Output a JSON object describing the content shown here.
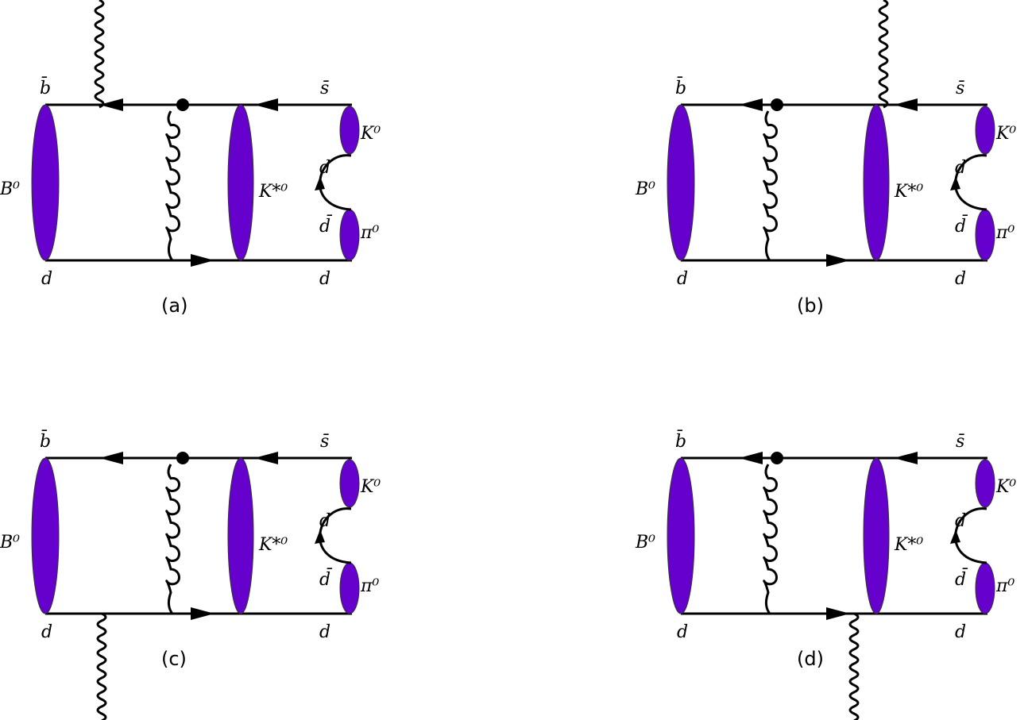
{
  "colors": {
    "meson": "#6600cc",
    "line": "#000000"
  },
  "labels": {
    "b_bar": "b̄",
    "s_bar": "s̄",
    "B0": "B⁰",
    "d": "d",
    "d_bar": "d̄",
    "K0": "K⁰",
    "Kstar0": "K*⁰",
    "pi0": "π⁰"
  },
  "panels": [
    {
      "caption": "(a)",
      "photon": "top-left"
    },
    {
      "caption": "(b)",
      "photon": "top-right"
    },
    {
      "caption": "(c)",
      "photon": "bottom-left"
    },
    {
      "caption": "(d)",
      "photon": "bottom-right"
    }
  ]
}
